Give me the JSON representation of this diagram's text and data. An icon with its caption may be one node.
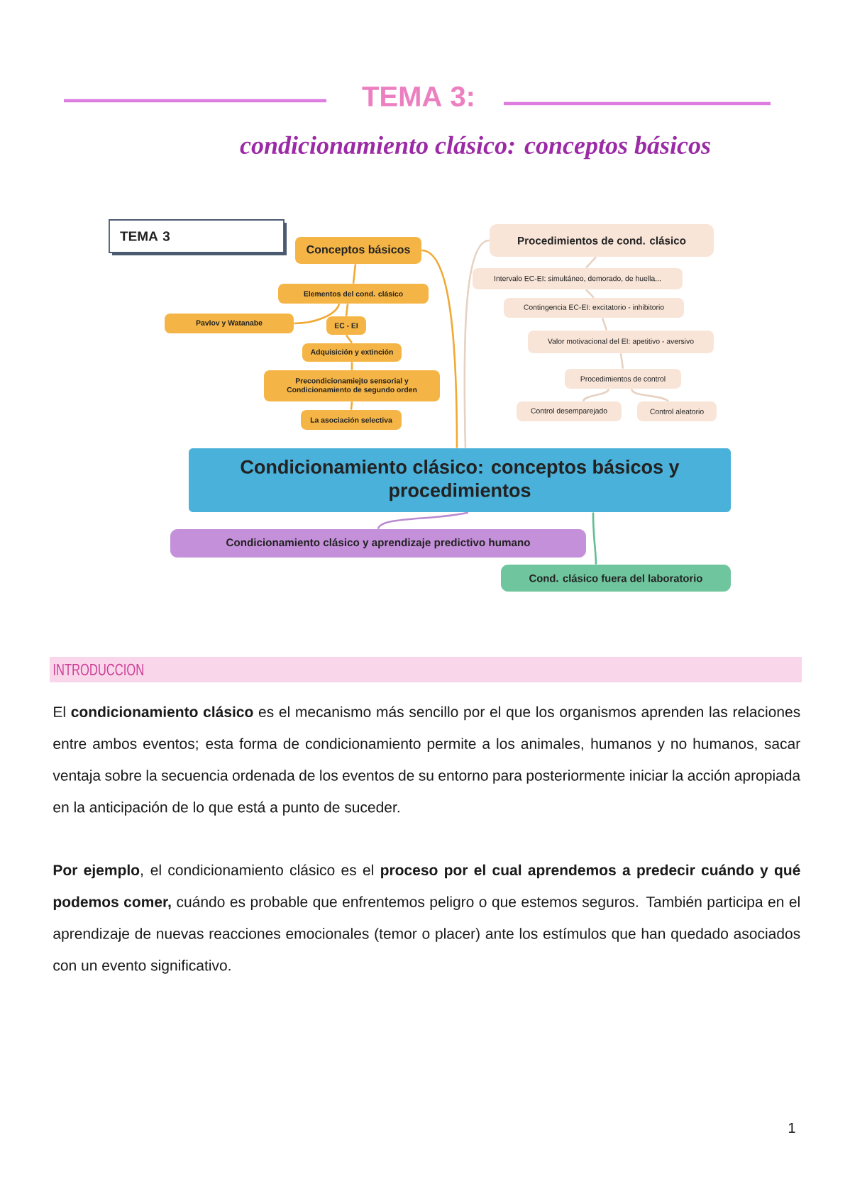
{
  "diagram": {
    "title": "TEMA 3:",
    "nodes": [
      {
        "text": [
          "TEMA 3"
        ]
      },
      {
        "text": [
          "Conceptos básicos"
        ]
      },
      {
        "text": [
          "Elementos del cond. clásico"
        ]
      },
      {
        "text": [
          "Pavlov y Watanabe"
        ]
      },
      {
        "text": [
          "EC - EI"
        ]
      },
      {
        "text": [
          "Adquisición y extinción"
        ]
      },
      {
        "text": [
          "Precondicionamiejto sensorial y Condicionamiento de segundo orden"
        ]
      },
      {
        "text": [
          "La asociación selectiva"
        ]
      },
      {
        "text": [
          "Procedimientos de cond. clásico"
        ]
      },
      {
        "text": [
          "Intervalo EC-EI: simultáneo, demorado, de huella..."
        ]
      },
      {
        "text": [
          "Contingencia EC-EI: excitatorio - inhibitorio"
        ]
      },
      {
        "text": [
          "Valor motivacional del EI: apetitivo - aversivo"
        ]
      },
      {
        "text": [
          "Procedimientos de control"
        ]
      },
      {
        "text": [
          "Control desemparejado"
        ]
      },
      {
        "text": [
          "Control aleatorio"
        ]
      },
      {
        "text": [
          "Condicionamiento clásico: conceptos básicos y procedimientos"
        ]
      },
      {
        "text": [
          "Condicionamiento clásico y aprendizaje predictivo humano"
        ]
      },
      {
        "text": [
          "Cond. clásico fuera del laboratorio"
        ]
      }
    ],
    "edges": [
      {
        "from": 15,
        "to": 1,
        "arrow": "none",
        "color": "#f0a935"
      },
      {
        "from": 1,
        "to": 2,
        "arrow": "none",
        "color": "#f0a935"
      },
      {
        "from": 2,
        "to": 3,
        "arrow": "none",
        "color": "#f0a935"
      },
      {
        "from": 2,
        "to": 4,
        "arrow": "none",
        "color": "#f0a935"
      },
      {
        "from": 4,
        "to": 5,
        "arrow": "none",
        "color": "#f0a935"
      },
      {
        "from": 5,
        "to": 6,
        "arrow": "none",
        "color": "#f0a935"
      },
      {
        "from": 6,
        "to": 7,
        "arrow": "none",
        "color": "#f0a935"
      },
      {
        "from": 15,
        "to": 8,
        "arrow": "none",
        "color": "#e6d2c2"
      },
      {
        "from": 8,
        "to": 9,
        "arrow": "none",
        "color": "#e6d2c2"
      },
      {
        "from": 9,
        "to": 10,
        "arrow": "none",
        "color": "#e6d2c2"
      },
      {
        "from": 10,
        "to": 11,
        "arrow": "none",
        "color": "#e6d2c2"
      },
      {
        "from": 11,
        "to": 12,
        "arrow": "none",
        "color": "#e6d2c2"
      },
      {
        "from": 12,
        "to": 13,
        "arrow": "none",
        "color": "#e6d2c2"
      },
      {
        "from": 12,
        "to": 14,
        "arrow": "none",
        "color": "#e6d2c2"
      },
      {
        "from": 15,
        "to": 16,
        "arrow": "none",
        "color": "#b98ad0"
      },
      {
        "from": 15,
        "to": 17,
        "arrow": "none",
        "color": "#62bd93"
      }
    ],
    "labels": [
      "condicionamiento clásico: conceptos básicos",
      "INTRODUCCION",
      "El **condicionamiento clásico** es el mecanismo más sencillo por el que los organismos aprenden las relaciones entre ambos eventos; esta forma de condicionamiento permite a los animales, humanos y no humanos, sacar ventaja sobre la secuencia ordenada de los eventos de su entorno para posteriormente iniciar la acción apropiada en la anticipación de lo que está a punto de suceder.",
      "**Por ejemplo**, el condicionamiento clásico es el **proceso por el cual aprendemos a predecir cuándo y qué podemos comer,** cuándo es probable que enfrentemos peligro o que estemos seguros. También participa en el aprendizaje de nuevas reacciones emocionales (temor o placer) ante los estímulos que han quedado asociados con un evento significativo.",
      "1"
    ]
  }
}
